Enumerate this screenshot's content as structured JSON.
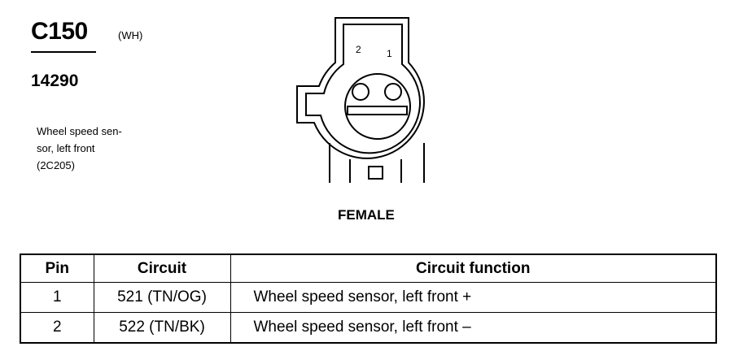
{
  "connector": {
    "id": "C150",
    "color_code": "(WH)",
    "part_number": "14290",
    "description_lines": [
      "Wheel speed sen-",
      "sor, left front",
      "(2C205)"
    ],
    "gender": "FEMALE",
    "pin_labels": [
      "2",
      "1"
    ]
  },
  "table": {
    "headers": [
      "Pin",
      "Circuit",
      "Circuit function"
    ],
    "rows": [
      {
        "pin": "1",
        "circuit": "521 (TN/OG)",
        "function": "Wheel speed sensor, left front  +"
      },
      {
        "pin": "2",
        "circuit": "522 (TN/BK)",
        "function": "Wheel speed sensor, left front  –"
      }
    ]
  }
}
